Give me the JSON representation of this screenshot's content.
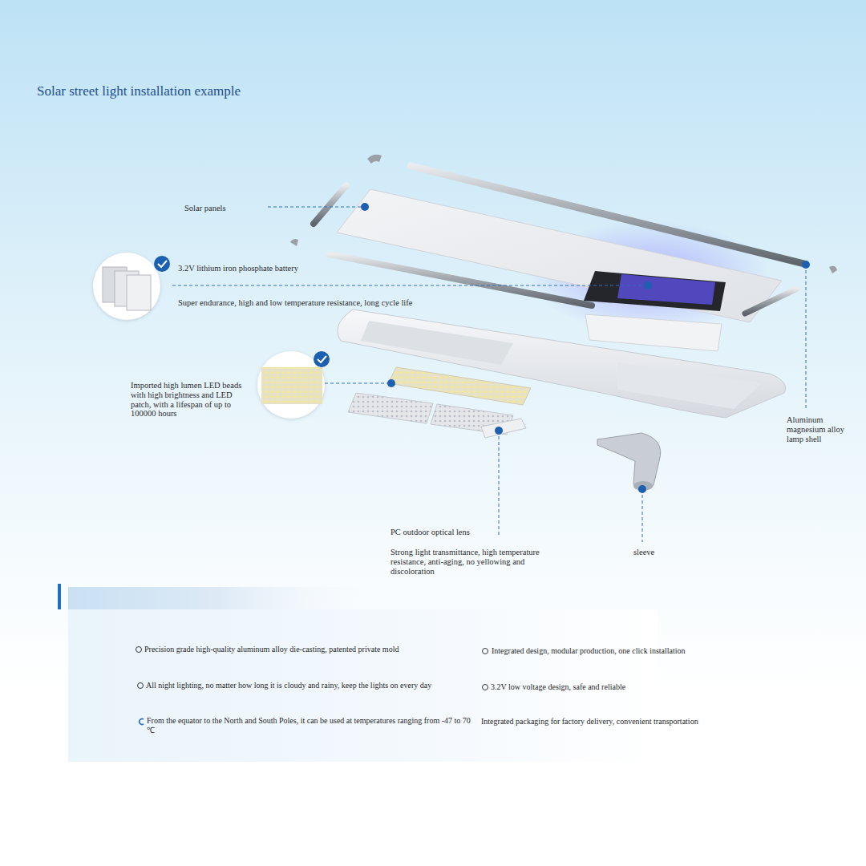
{
  "diagram": {
    "title": "Solar street light installation example",
    "nodes": [
      {
        "text": [
          "Precision grade high-quality aluminum alloy die-casting, patented private mold",
          "Integrated design, modular production, one click installation",
          "All night lighting, no matter how long it is cloudy and rainy, keep the lights on every day",
          "3.2V low voltage design, safe and reliable",
          "From the equator to the North and South Poles, it can be used at temperatures ranging from -47 to 70 ℃",
          "Integrated packaging for factory delivery, convenient transportation"
        ]
      }
    ],
    "labels": [
      "Solar panels",
      "3.2V lithium iron phosphate battery",
      "Super endurance, high and low temperature resistance, long cycle life",
      "Imported high lumen LED beads with high brightness and LED patch, with a lifespan of up to 100000 hours",
      "Aluminum magnesium alloy lamp shell",
      "PC outdoor optical lens",
      "Strong light transmittance, high temperature resistance, anti-aging, no yellowing and discoloration",
      "sleeve"
    ]
  }
}
